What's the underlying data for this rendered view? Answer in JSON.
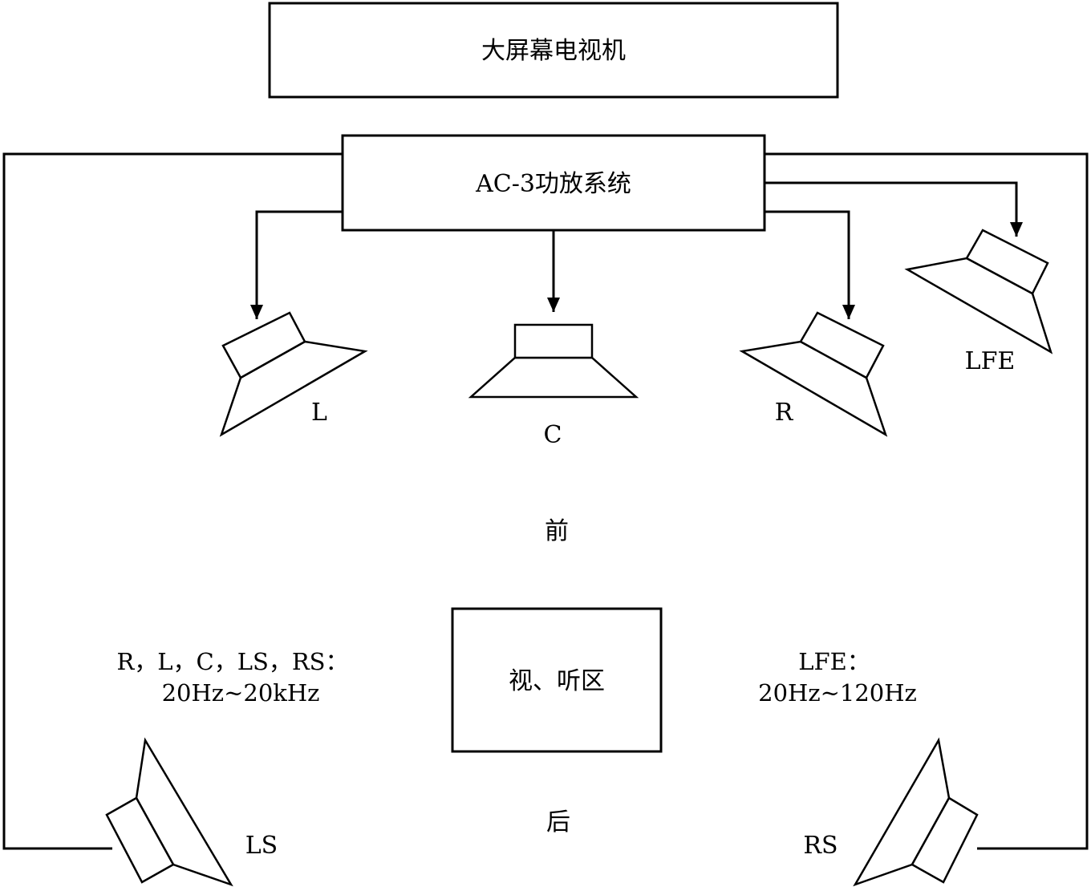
{
  "tv": {
    "label": "大屏幕电视机"
  },
  "amplifier": {
    "label": "AC-3功放系统"
  },
  "speakers": {
    "left": "L",
    "center": "C",
    "right": "R",
    "subwoofer": "LFE",
    "left_surround": "LS",
    "right_surround": "RS"
  },
  "listening_area": {
    "label": "视、听区"
  },
  "direction": {
    "front": "前",
    "rear": "后"
  },
  "spec_main": {
    "line1": "R，L，C，LS，RS：",
    "line2": "20Hz~20kHz"
  },
  "spec_lfe": {
    "line1": "LFE：",
    "line2": "20Hz~120Hz"
  }
}
